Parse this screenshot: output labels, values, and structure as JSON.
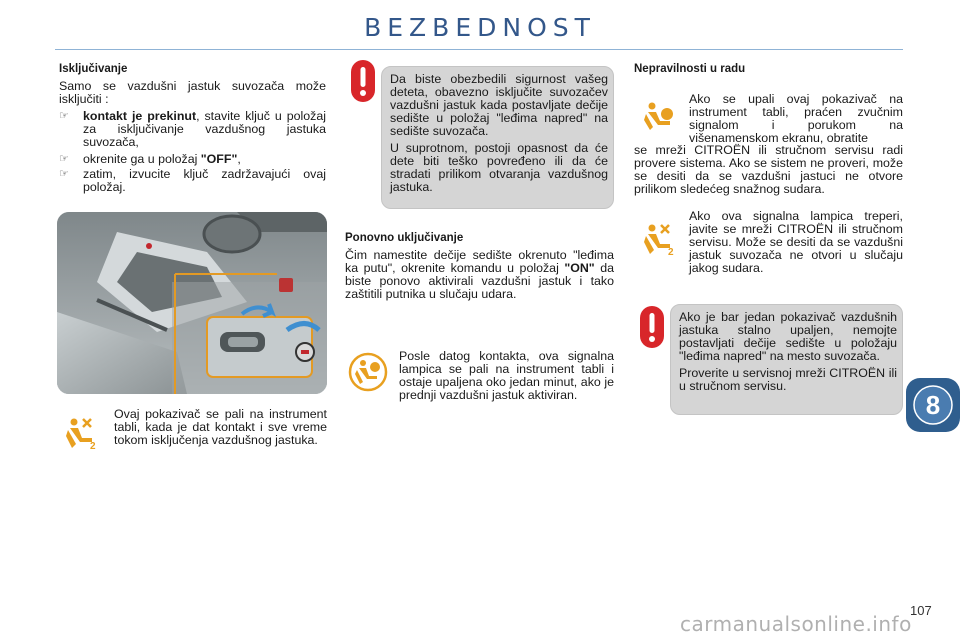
{
  "page_title": "BEZBEDNOST",
  "col1": {
    "heading": "Isključivanje",
    "intro": "Samo se vazdušni jastuk suvozača može isključiti :",
    "bullet1_bold": "kontakt je prekinut",
    "bullet1_rest": ", stavite ključ u položaj za isključivanje vazdušnog jastuka suvozača,",
    "bullet2_text": "okrenite ga u položaj ",
    "bullet2_bold": "\"OFF\"",
    "bullet2_end": ",",
    "bullet3": "zatim, izvucite ključ zadržavajući ovaj položaj.",
    "indicator_text": "Ovaj pokazivač se pali na instrument tabli, kada je dat kontakt i sve vreme tokom isključenja vazdušnog jastuka."
  },
  "col2": {
    "warning_p1": "Da biste obezbedili sigurnost vašeg deteta, obavezno isključite suvozačev vazdušni jastuk kada postavljate dečije sedište u položaj \"leđima napred\" na sedište suvozača.",
    "warning_p2": "U suprotnom, postoji opasnost da će dete biti teško povređeno ili da će stradati prilikom otvaranja vazdušnog jastuka.",
    "heading": "Ponovno uključivanje",
    "body_a": "Čim namestite dečije sedište okrenuto \"leđima ka putu\", okrenite komandu u položaj ",
    "body_bold": "\"ON\"",
    "body_b": " da biste ponovo aktivirali vazdušni jastuk i tako zaštitili putnika u slučaju udara.",
    "lamp_text": "Posle datog kontakta, ova signalna lampica se pali na instrument tabli i ostaje upaljena oko jedan minut, ako je prednji vazdušni jastuk aktiviran."
  },
  "col3": {
    "heading": "Nepravilnosti u radu",
    "p1_short": "Ako se upali ovaj pokazivač na instrument tabli, praćen zvučnim signalom i porukom na višenamenskom ekranu, obratite",
    "p1_full": "se mreži CITROËN ili stručnom servisu radi provere sistema. Ako se sistem ne proveri, može se desiti da se vazdušni jastuci ne otvore prilikom sledećeg snažnog sudara.",
    "p2": "Ako ova signalna lampica treperi, javite se mreži CITROËN ili stručnom servisu. Može se desiti da se vazdušni jastuk suvozača ne otvori u slučaju jakog sudara.",
    "warning_p1": "Ako je bar jedan pokazivač vazdušnih jastuka stalno upaljen, nemojte postavljati dečije sedište u položaju \"leđima napred\" na mesto suvozača.",
    "warning_p2": "Proverite u servisnoj mreži CITROËN ili u stručnom servisu."
  },
  "chapter_number": "8",
  "page_number": "107",
  "footer": "carmanualsonline.info",
  "colors": {
    "title": "#33578a",
    "accent_orange": "#e8a020",
    "warning_red": "#d8262a",
    "chapter_tab": "#2f5e8e"
  },
  "icons": [
    "warning-exclamation-icon",
    "airbag-off-indicator-icon",
    "airbag-lamp-icon",
    "airbag-fault-indicator-icon"
  ]
}
